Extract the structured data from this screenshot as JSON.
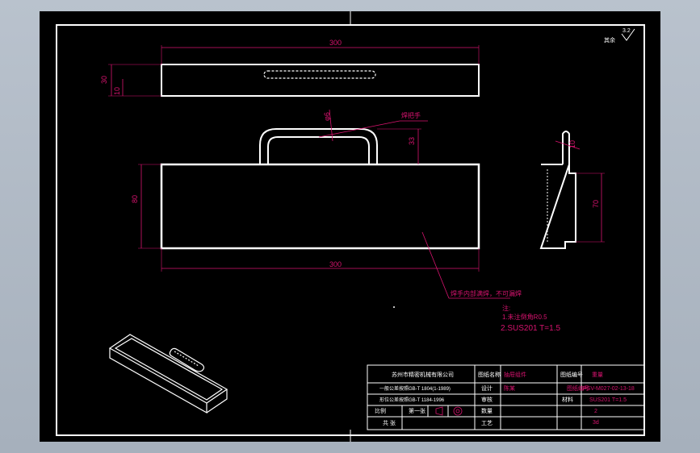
{
  "dimensions": {
    "top_view_length": "300",
    "top_view_height": "30",
    "slot_offset": "10",
    "handle_diameter": "φ6",
    "handle_height": "33",
    "front_height": "80",
    "front_length": "300",
    "side_height": "70",
    "side_small": "10"
  },
  "labels": {
    "roughness": "其余",
    "roughness_value": "3.2",
    "handle_callout": "焊把手",
    "bottom_callout": "焊手内部满焊，不可漏焊",
    "notes_title": "注:",
    "note_line1": "1.未注倒角R0.5",
    "material_line": "2.SUS201   T=1.5"
  },
  "title_block": {
    "company": "苏州市精密机械有限公司",
    "std_line1": "一般公差按照GB-T 1804(1-1989)",
    "std_line2": "形位公差按照GB-T 1184-1996",
    "drawing_label": "图纸名称",
    "drawing_name": "抽屉组件",
    "drawing_no_label": "图纸编号",
    "drawing_no": "PSV-M027-02-13-18",
    "designer_label": "设计",
    "designer": "陈某",
    "material_label": "材料",
    "material": "SUS201   T=1.5",
    "reviewer_label": "审核",
    "qty_label": "数量",
    "qty": "2",
    "ratio_label": "比例",
    "sheet_label": "第一张",
    "process_label": "工艺",
    "mass": "3d",
    "scale_label": "共 张",
    "weight_label": "重量"
  }
}
